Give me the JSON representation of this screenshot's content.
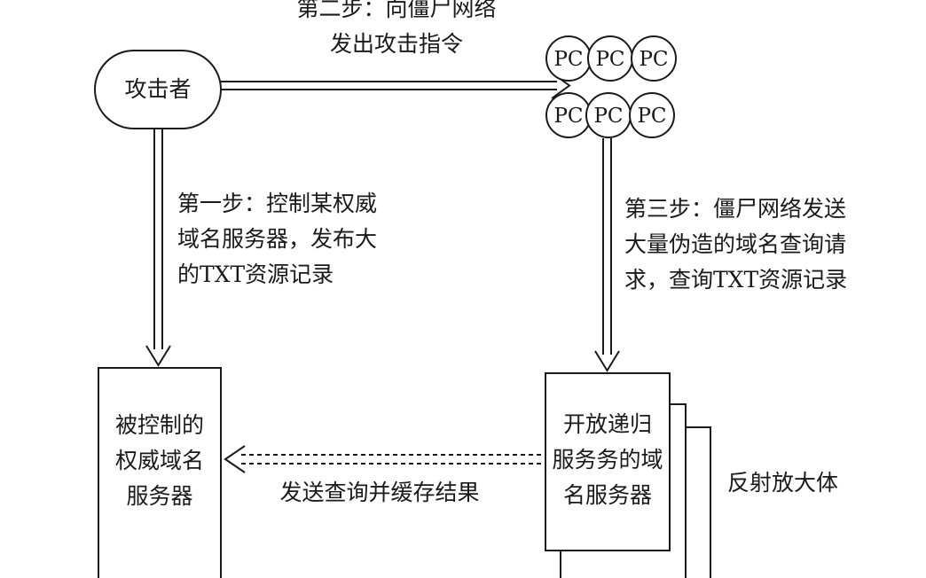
{
  "attacker": {
    "label": "攻击者"
  },
  "botnet": {
    "nodes": [
      "PC",
      "PC",
      "PC",
      "PC",
      "PC",
      "PC"
    ]
  },
  "step_two": {
    "lines": [
      "第二步：向僵尸网络",
      "发出攻击指令"
    ]
  },
  "step_one": {
    "lines": [
      "第一步：控制某权威",
      "域名服务器，发布大",
      "的TXT资源记录"
    ]
  },
  "step_three": {
    "lines": [
      "第三步：僵尸网络发送",
      "大量伪造的域名查询请",
      "求，查询TXT资源记录"
    ]
  },
  "controlled_server": {
    "lines": [
      "被控制的",
      "权威域名",
      "服务器"
    ]
  },
  "resolver": {
    "lines": [
      "开放递归",
      "服务务的域",
      "名服务器"
    ]
  },
  "query_cache": {
    "label": "发送查询并缓存结果"
  },
  "amplifier": {
    "label": "反射放大体"
  }
}
